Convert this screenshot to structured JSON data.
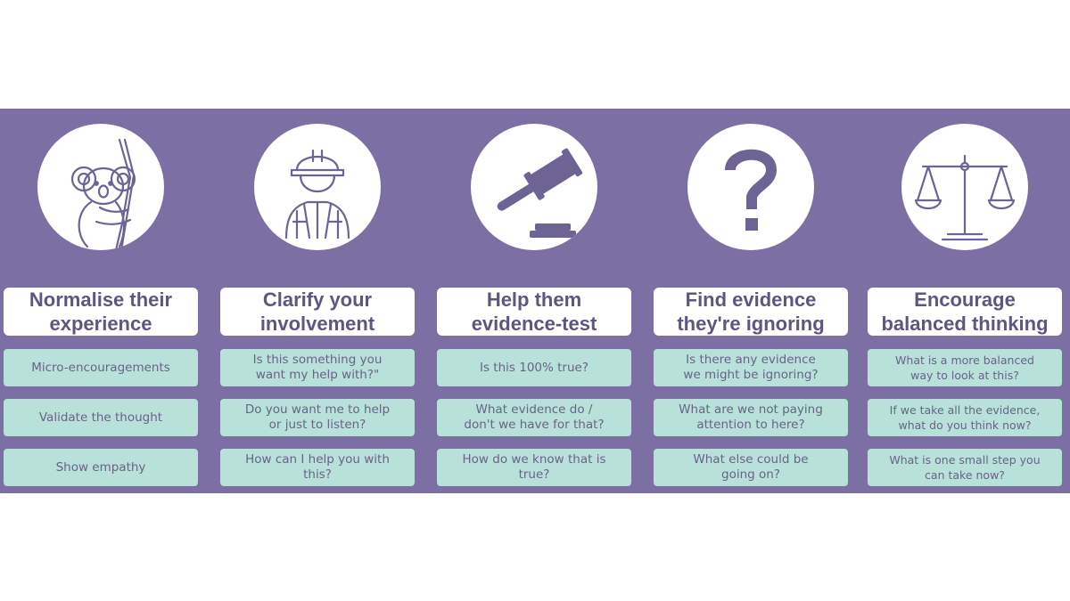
{
  "colors": {
    "band": "#7b6fa3",
    "title_text": "#5f5581",
    "prompt_bg": "#b8e1da",
    "prompt_text": "#6a6288",
    "icon_stroke": "#6d6394"
  },
  "columns": [
    {
      "icon": "koala-icon",
      "title": "Normalise their\nexperience",
      "prompts": [
        "Micro-encouragements",
        "Validate the thought",
        "Show empathy"
      ]
    },
    {
      "icon": "construction-worker-icon",
      "title": "Clarify your\ninvolvement",
      "prompts": [
        "Is this something you\nwant my help with?\"",
        "Do you want me to help\nor just to listen?",
        "How can I help you with\nthis?"
      ]
    },
    {
      "icon": "gavel-icon",
      "title": "Help them\nevidence-test",
      "prompts": [
        "Is this 100% true?",
        "What evidence do /\ndon't we have for that?",
        "How do we know that is\ntrue?"
      ]
    },
    {
      "icon": "question-mark-icon",
      "title": "Find evidence\nthey're ignoring",
      "prompts": [
        "Is there any evidence\nwe might be ignoring?",
        "What are we not paying\nattention to here?",
        "What else could be\ngoing on?"
      ]
    },
    {
      "icon": "balance-scale-icon",
      "title": "Encourage\nbalanced thinking",
      "prompts": [
        "What is a more balanced\nway to look at this?",
        "If we take all the evidence,\nwhat do you think now?",
        "What is one small step you\ncan take now?"
      ]
    }
  ]
}
